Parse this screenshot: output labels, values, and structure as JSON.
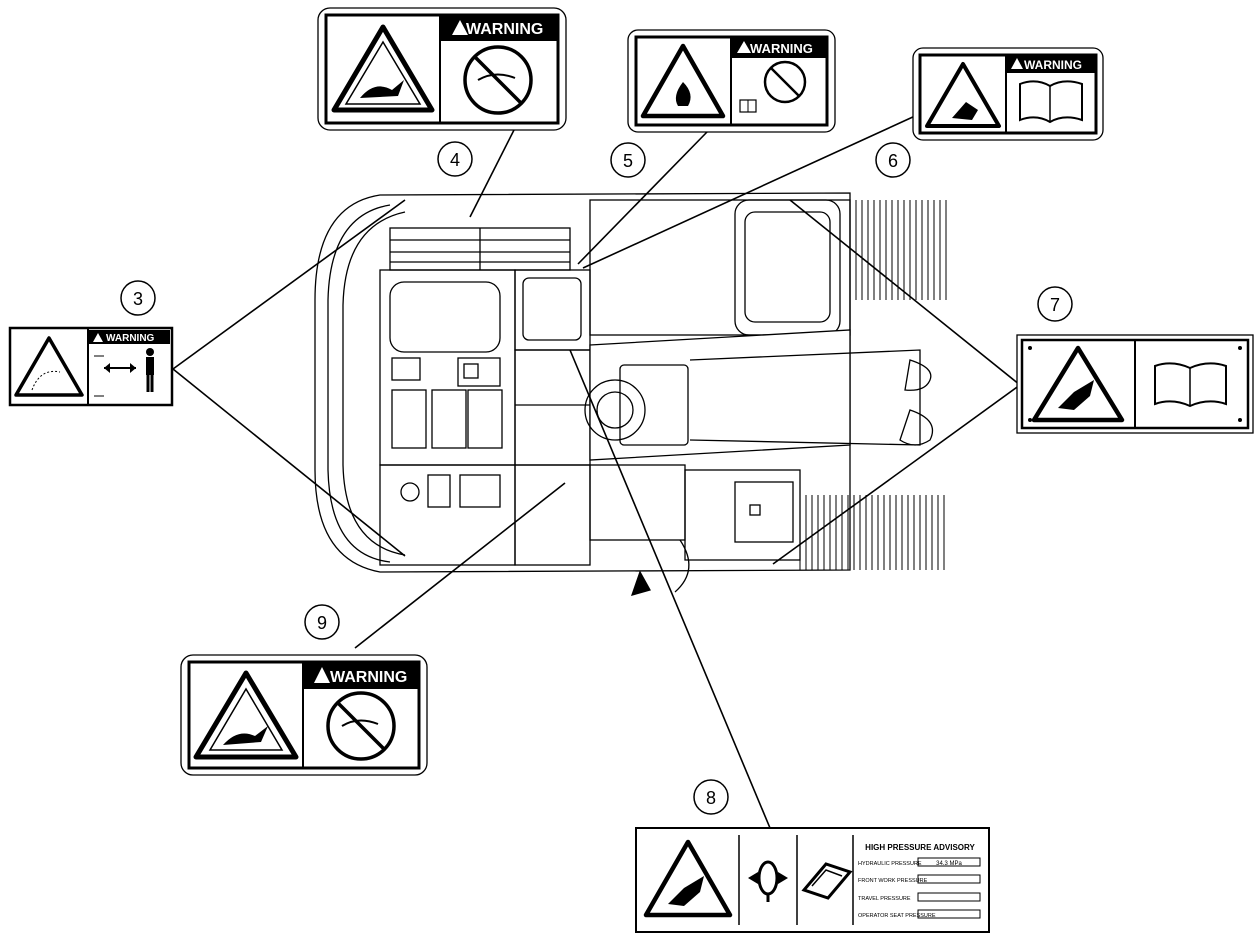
{
  "warning_label": "WARNING",
  "callouts": {
    "c3": "3",
    "c4": "4",
    "c5": "5",
    "c6": "6",
    "c7": "7",
    "c8": "8",
    "c9": "9"
  },
  "label8": {
    "title": "HIGH PRESSURE ADVISORY",
    "rows": [
      "HYDRAULIC PRESSURE",
      "FRONT WORK PRESSURE",
      "TRAVEL PRESSURE",
      "OPERATOR SEAT PRESSURE"
    ],
    "value": "34.3 MPa"
  },
  "icons": {
    "crush": "crush-hazard-icon",
    "no_touch": "no-touch-icon",
    "fire": "fire-hazard-icon",
    "manual": "manual-book-icon",
    "clearance": "keep-clear-icon",
    "injection": "fluid-injection-icon",
    "accumulator": "accumulator-icon",
    "gauge": "pressure-gauge-icon"
  }
}
